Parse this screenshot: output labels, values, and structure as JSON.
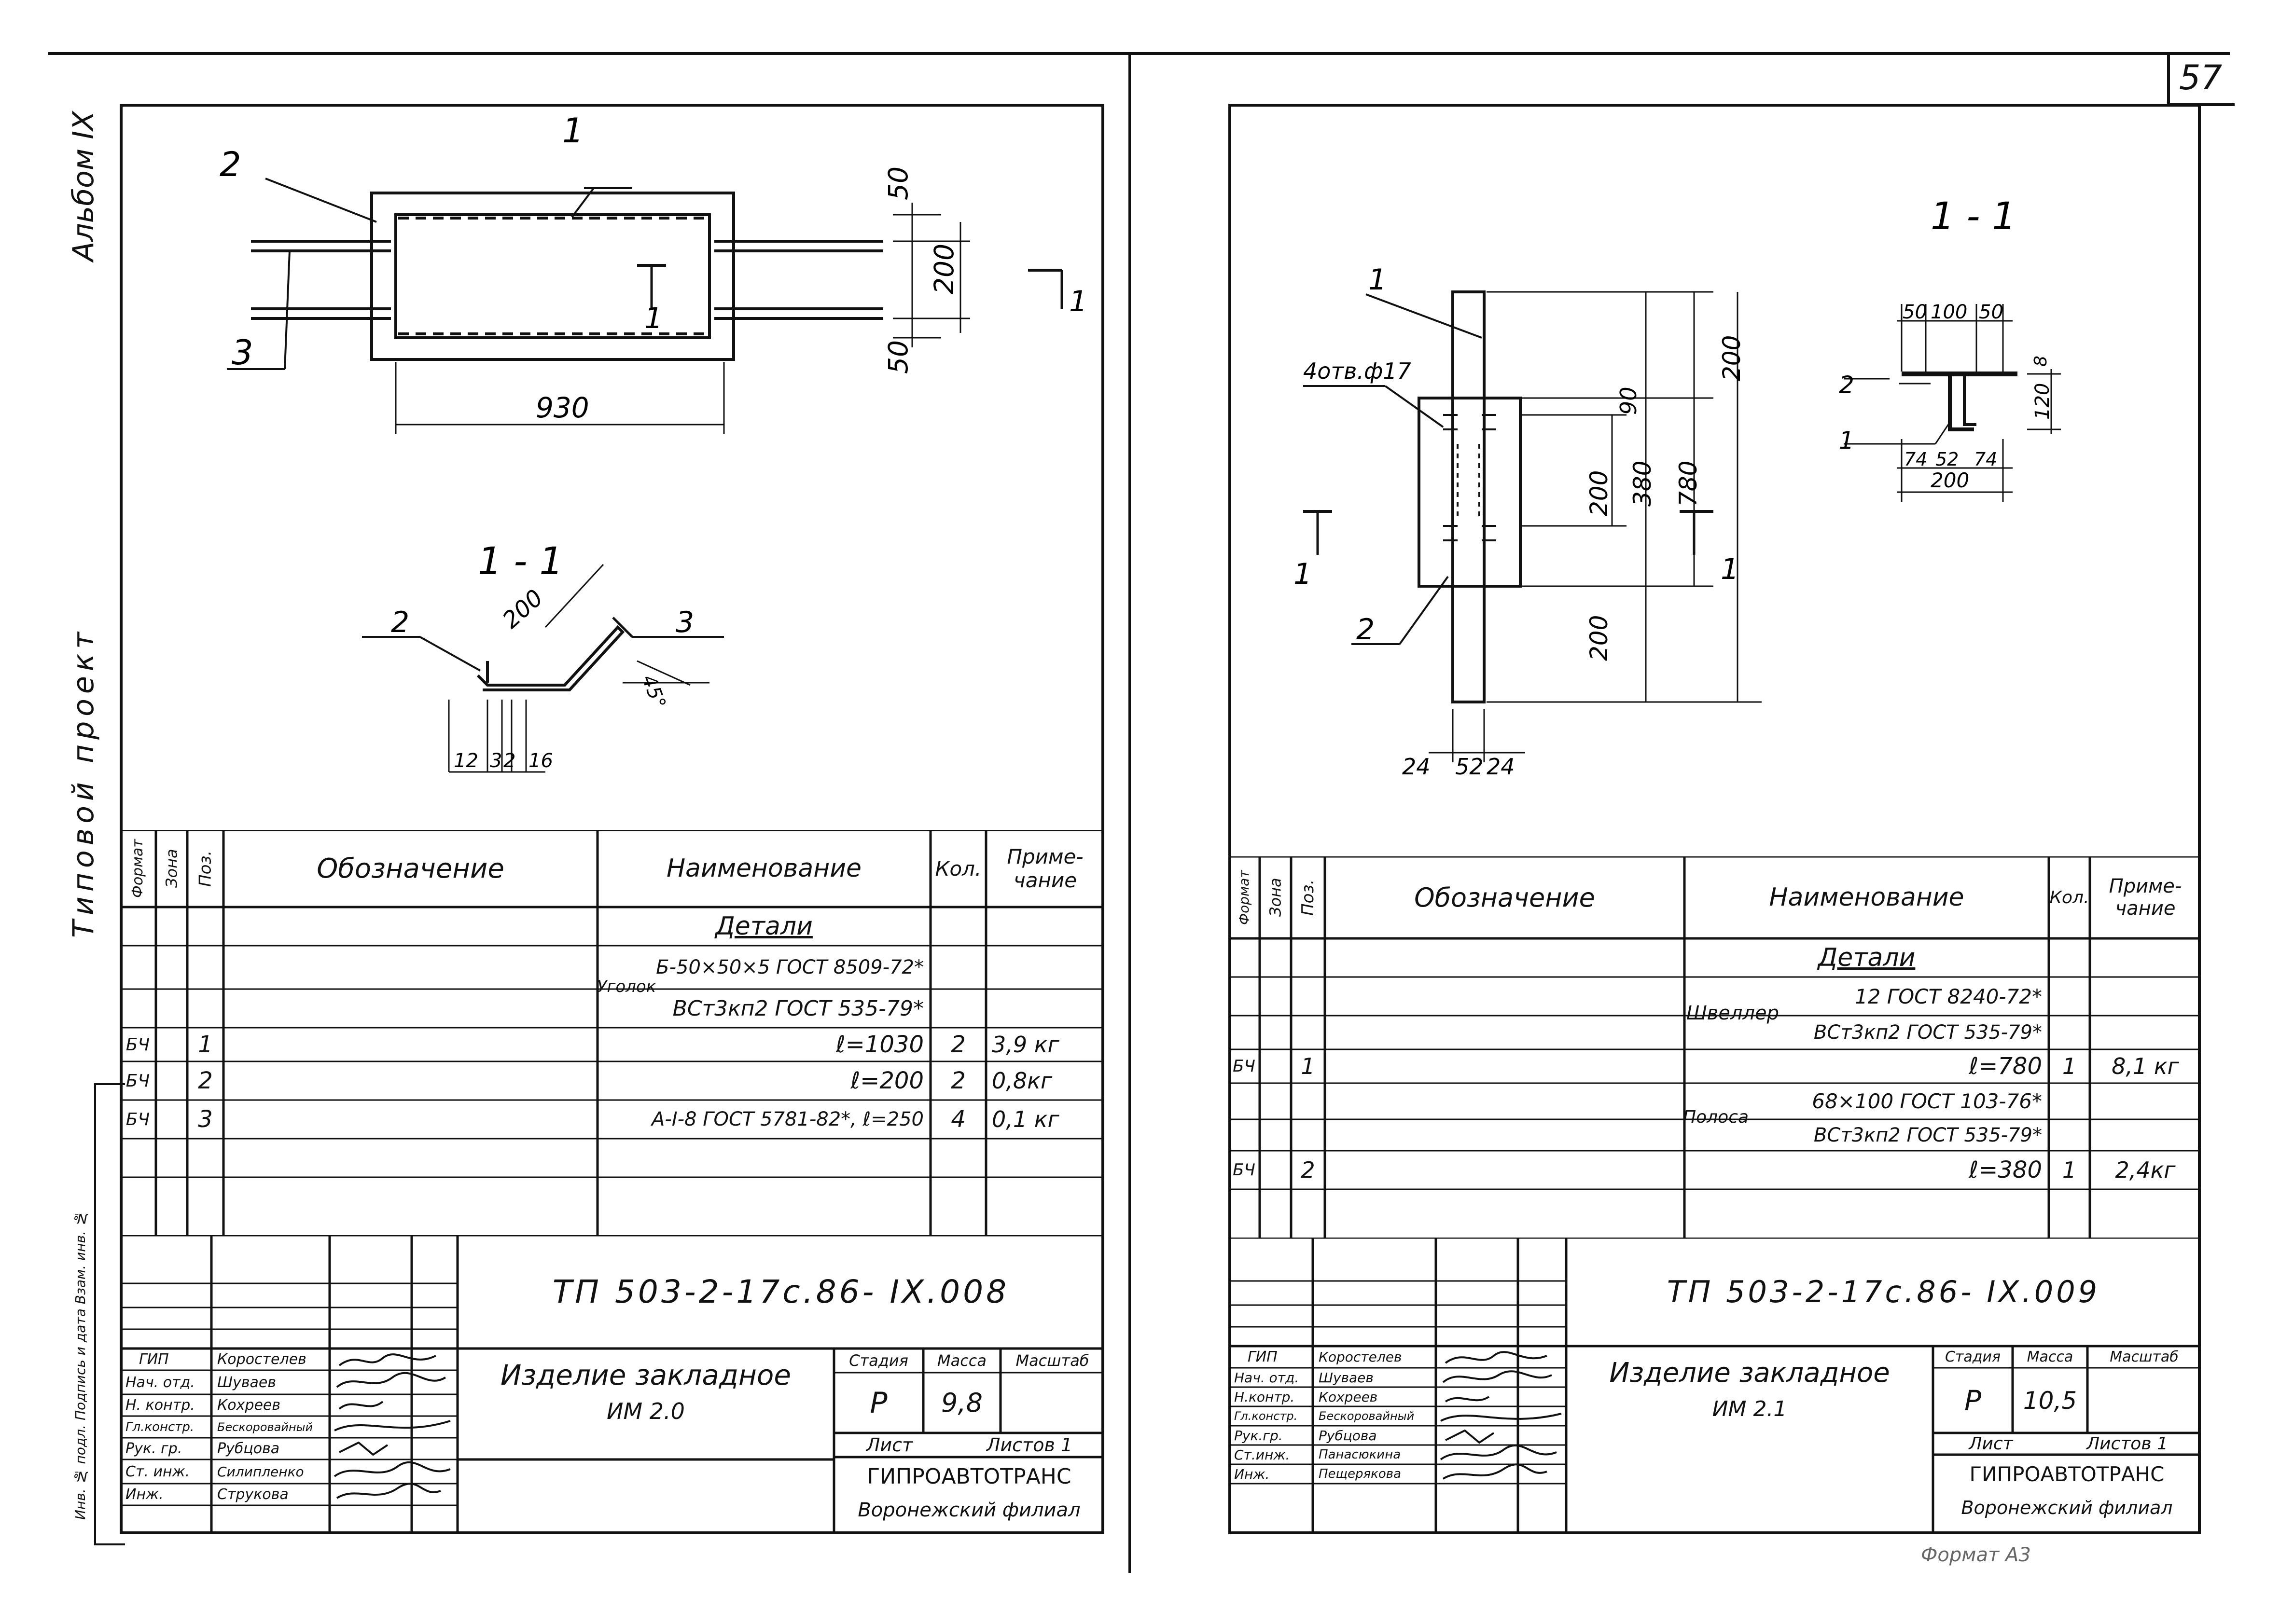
{
  "page": {
    "number": "57"
  },
  "side": {
    "album": "Альбом IX",
    "project": "Типовой проект",
    "inventory": "Инв. № подл. Подпись и дата Взам. инв. №"
  },
  "left": {
    "drawing": {
      "leaders": [
        "1",
        "2",
        "3"
      ],
      "dims": [
        "50",
        "200",
        "50",
        "930"
      ],
      "section_mark": "1",
      "section_title": "1 - 1",
      "section_leaders": [
        "2",
        "3"
      ],
      "section_dims": [
        "200",
        "12",
        "3",
        "2",
        "16"
      ],
      "angle": "45°"
    },
    "spec": {
      "headers": {
        "format": "Формат",
        "zone": "Зона",
        "pos": "Поз.",
        "designation": "Обозначение",
        "name": "Наименование",
        "qty": "Кол.",
        "note": "Приме-чание"
      },
      "section": "Детали",
      "material_name": "Уголок",
      "material_line1": "Б-50×50×5 ГОСТ 8509-72*",
      "material_line2": "ВСт3кп2 ГОСТ 535-79*",
      "rows": [
        {
          "format": "БЧ",
          "pos": "1",
          "name": "ℓ=1030",
          "qty": "2",
          "note": "3,9 кг"
        },
        {
          "format": "БЧ",
          "pos": "2",
          "name": "ℓ=200",
          "qty": "2",
          "note": "0,8кг"
        },
        {
          "format": "БЧ",
          "pos": "3",
          "name": "А-I-8 ГОСТ 5781-82*, ℓ=250",
          "qty": "4",
          "note": "0,1 кг"
        }
      ]
    },
    "title_block": {
      "code": "ТП 503-2-17с.86- IX.008",
      "title": "Изделие закладное",
      "subtitle": "ИМ 2.0",
      "stage_label": "Стадия",
      "mass_label": "Масса",
      "scale_label": "Масштаб",
      "stage": "Р",
      "mass": "9,8",
      "sheet_label": "Лист",
      "sheets_label": "Листов 1",
      "org1": "ГИПРОАВТОТРАНС",
      "org2": "Воронежский филиал",
      "staff": [
        {
          "role": "ГИП",
          "name": "Коростелев"
        },
        {
          "role": "Нач. отд.",
          "name": "Шуваев"
        },
        {
          "role": "Н. контр.",
          "name": "Кохреев"
        },
        {
          "role": "Гл.констр.",
          "name": "Бескоровайный"
        },
        {
          "role": "Рук. гр.",
          "name": "Рубцова"
        },
        {
          "role": "Ст. инж.",
          "name": "Силипленко"
        },
        {
          "role": "Инж.",
          "name": "Струкова"
        }
      ]
    }
  },
  "right": {
    "drawing": {
      "leaders": [
        "1",
        "2"
      ],
      "holes": "4отв.ф17",
      "dims": [
        "200",
        "90",
        "200",
        "380",
        "780",
        "200",
        "24",
        "52",
        "24"
      ],
      "section_mark": "1",
      "section_title": "1 - 1",
      "section_leaders": [
        "2",
        "1"
      ],
      "section_dims": [
        "50",
        "100",
        "50",
        "8",
        "120",
        "74",
        "52",
        "74",
        "200"
      ]
    },
    "spec": {
      "headers": {
        "format": "Формат",
        "zone": "Зона",
        "pos": "Поз.",
        "designation": "Обозначение",
        "name": "Наименование",
        "qty": "Кол.",
        "note": "Приме-чание"
      },
      "section": "Детали",
      "material1_name": "Швеллер",
      "material1_line1": "12 ГОСТ 8240-72*",
      "material1_line2": "ВСт3кп2 ГОСТ 535-79*",
      "row1": {
        "format": "БЧ",
        "pos": "1",
        "name": "ℓ=780",
        "qty": "1",
        "note": "8,1 кг"
      },
      "material2_name": "Полоса",
      "material2_line1": "68×100 ГОСТ 103-76*",
      "material2_line2": "ВСт3кп2 ГОСТ 535-79*",
      "row2": {
        "format": "БЧ",
        "pos": "2",
        "name": "ℓ=380",
        "qty": "1",
        "note": "2,4кг"
      }
    },
    "title_block": {
      "code": "ТП 503-2-17с.86- IX.009",
      "title": "Изделие закладное",
      "subtitle": "ИМ 2.1",
      "stage_label": "Стадия",
      "mass_label": "Масса",
      "scale_label": "Масштаб",
      "stage": "Р",
      "mass": "10,5",
      "sheet_label": "Лист",
      "sheets_label": "Листов 1",
      "org1": "ГИПРОАВТОТРАНС",
      "org2": "Воронежский филиал",
      "staff": [
        {
          "role": "ГИП",
          "name": "Коростелев"
        },
        {
          "role": "Нач. отд.",
          "name": "Шуваев"
        },
        {
          "role": "Н.контр.",
          "name": "Кохреев"
        },
        {
          "role": "Гл.констр.",
          "name": "Бескоровайный"
        },
        {
          "role": "Рук.гр.",
          "name": "Рубцова"
        },
        {
          "role": "Ст.инж.",
          "name": "Панасюкина"
        },
        {
          "role": "Инж.",
          "name": "Пещерякова"
        }
      ]
    }
  },
  "footer": {
    "format": "Формат А3"
  }
}
